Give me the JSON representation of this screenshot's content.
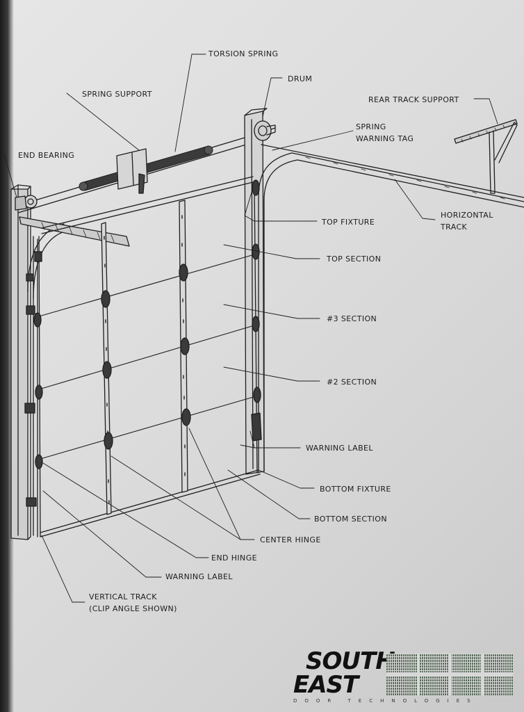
{
  "labels": {
    "torsion_spring": "TORSION SPRING",
    "spring_support": "SPRING SUPPORT",
    "drum": "DRUM",
    "rear_track_support": "REAR TRACK SUPPORT",
    "end_bearing": "END BEARING",
    "spring_warning_tag_1": "SPRING",
    "spring_warning_tag_2": "WARNING TAG",
    "top_fixture": "TOP FIXTURE",
    "horizontal_track_1": "HORIZONTAL",
    "horizontal_track_2": "TRACK",
    "top_section": "TOP SECTION",
    "section_3": "#3 SECTION",
    "section_2": "#2 SECTION",
    "warning_label_right": "WARNING LABEL",
    "bottom_fixture": "BOTTOM FIXTURE",
    "bottom_section": "BOTTOM SECTION",
    "center_hinge": "CENTER HINGE",
    "end_hinge": "END HINGE",
    "warning_label_left": "WARNING LABEL",
    "vertical_track_1": "VERTICAL TRACK",
    "vertical_track_2": "(CLIP ANGLE SHOWN)"
  },
  "logo": {
    "line1": "SOUTH",
    "line2": "EAST",
    "tagline": "DOOR TECHNOLOGIES"
  },
  "colors": {
    "ink": "#1c1c1c",
    "paper": "#dcdcdc",
    "logo_green": "#5f6f5f"
  }
}
